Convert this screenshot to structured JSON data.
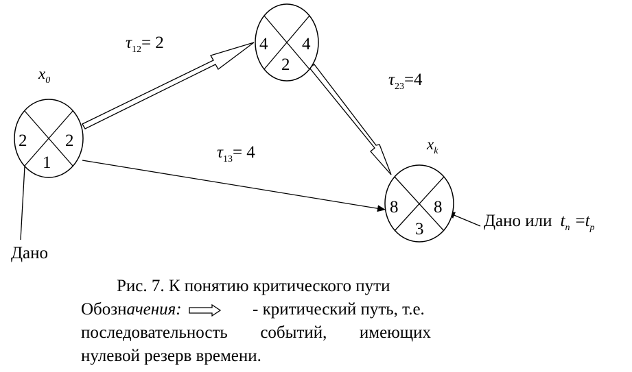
{
  "nodes": [
    {
      "id": "x0",
      "label_main": "x",
      "label_sub": "0",
      "early": "2",
      "late": "2",
      "number": "1"
    },
    {
      "id": "n2",
      "early": "4",
      "late": "4",
      "number": "2"
    },
    {
      "id": "xk",
      "label_main": "x",
      "label_sub": "k",
      "early": "8",
      "late": "8",
      "number": "3"
    }
  ],
  "edges": [
    {
      "id": "e12",
      "tau": "τ",
      "sub": "12",
      "value": "= 2",
      "critical": true
    },
    {
      "id": "e23",
      "tau": "τ",
      "sub": "23",
      "value": "=4",
      "critical": true
    },
    {
      "id": "e13",
      "tau": "τ",
      "sub": "13",
      "value": "= 4",
      "critical": false
    }
  ],
  "annotations": {
    "given_left": "Дано",
    "given_right_text": "Дано или",
    "tn_main": "t",
    "tn_sub": "n",
    "eq": "=",
    "tp_main": "t",
    "tp_sub": "p"
  },
  "caption": {
    "title": "Рис. 7. К понятию критического пути",
    "legend_prefix": "Обозн",
    "legend_italic": "ачения:",
    "legend_rest": "- критический путь, т.е.",
    "line2_words": [
      "последовательность",
      "событий,",
      "имеющих"
    ],
    "line3": "нулевой резерв времени."
  }
}
